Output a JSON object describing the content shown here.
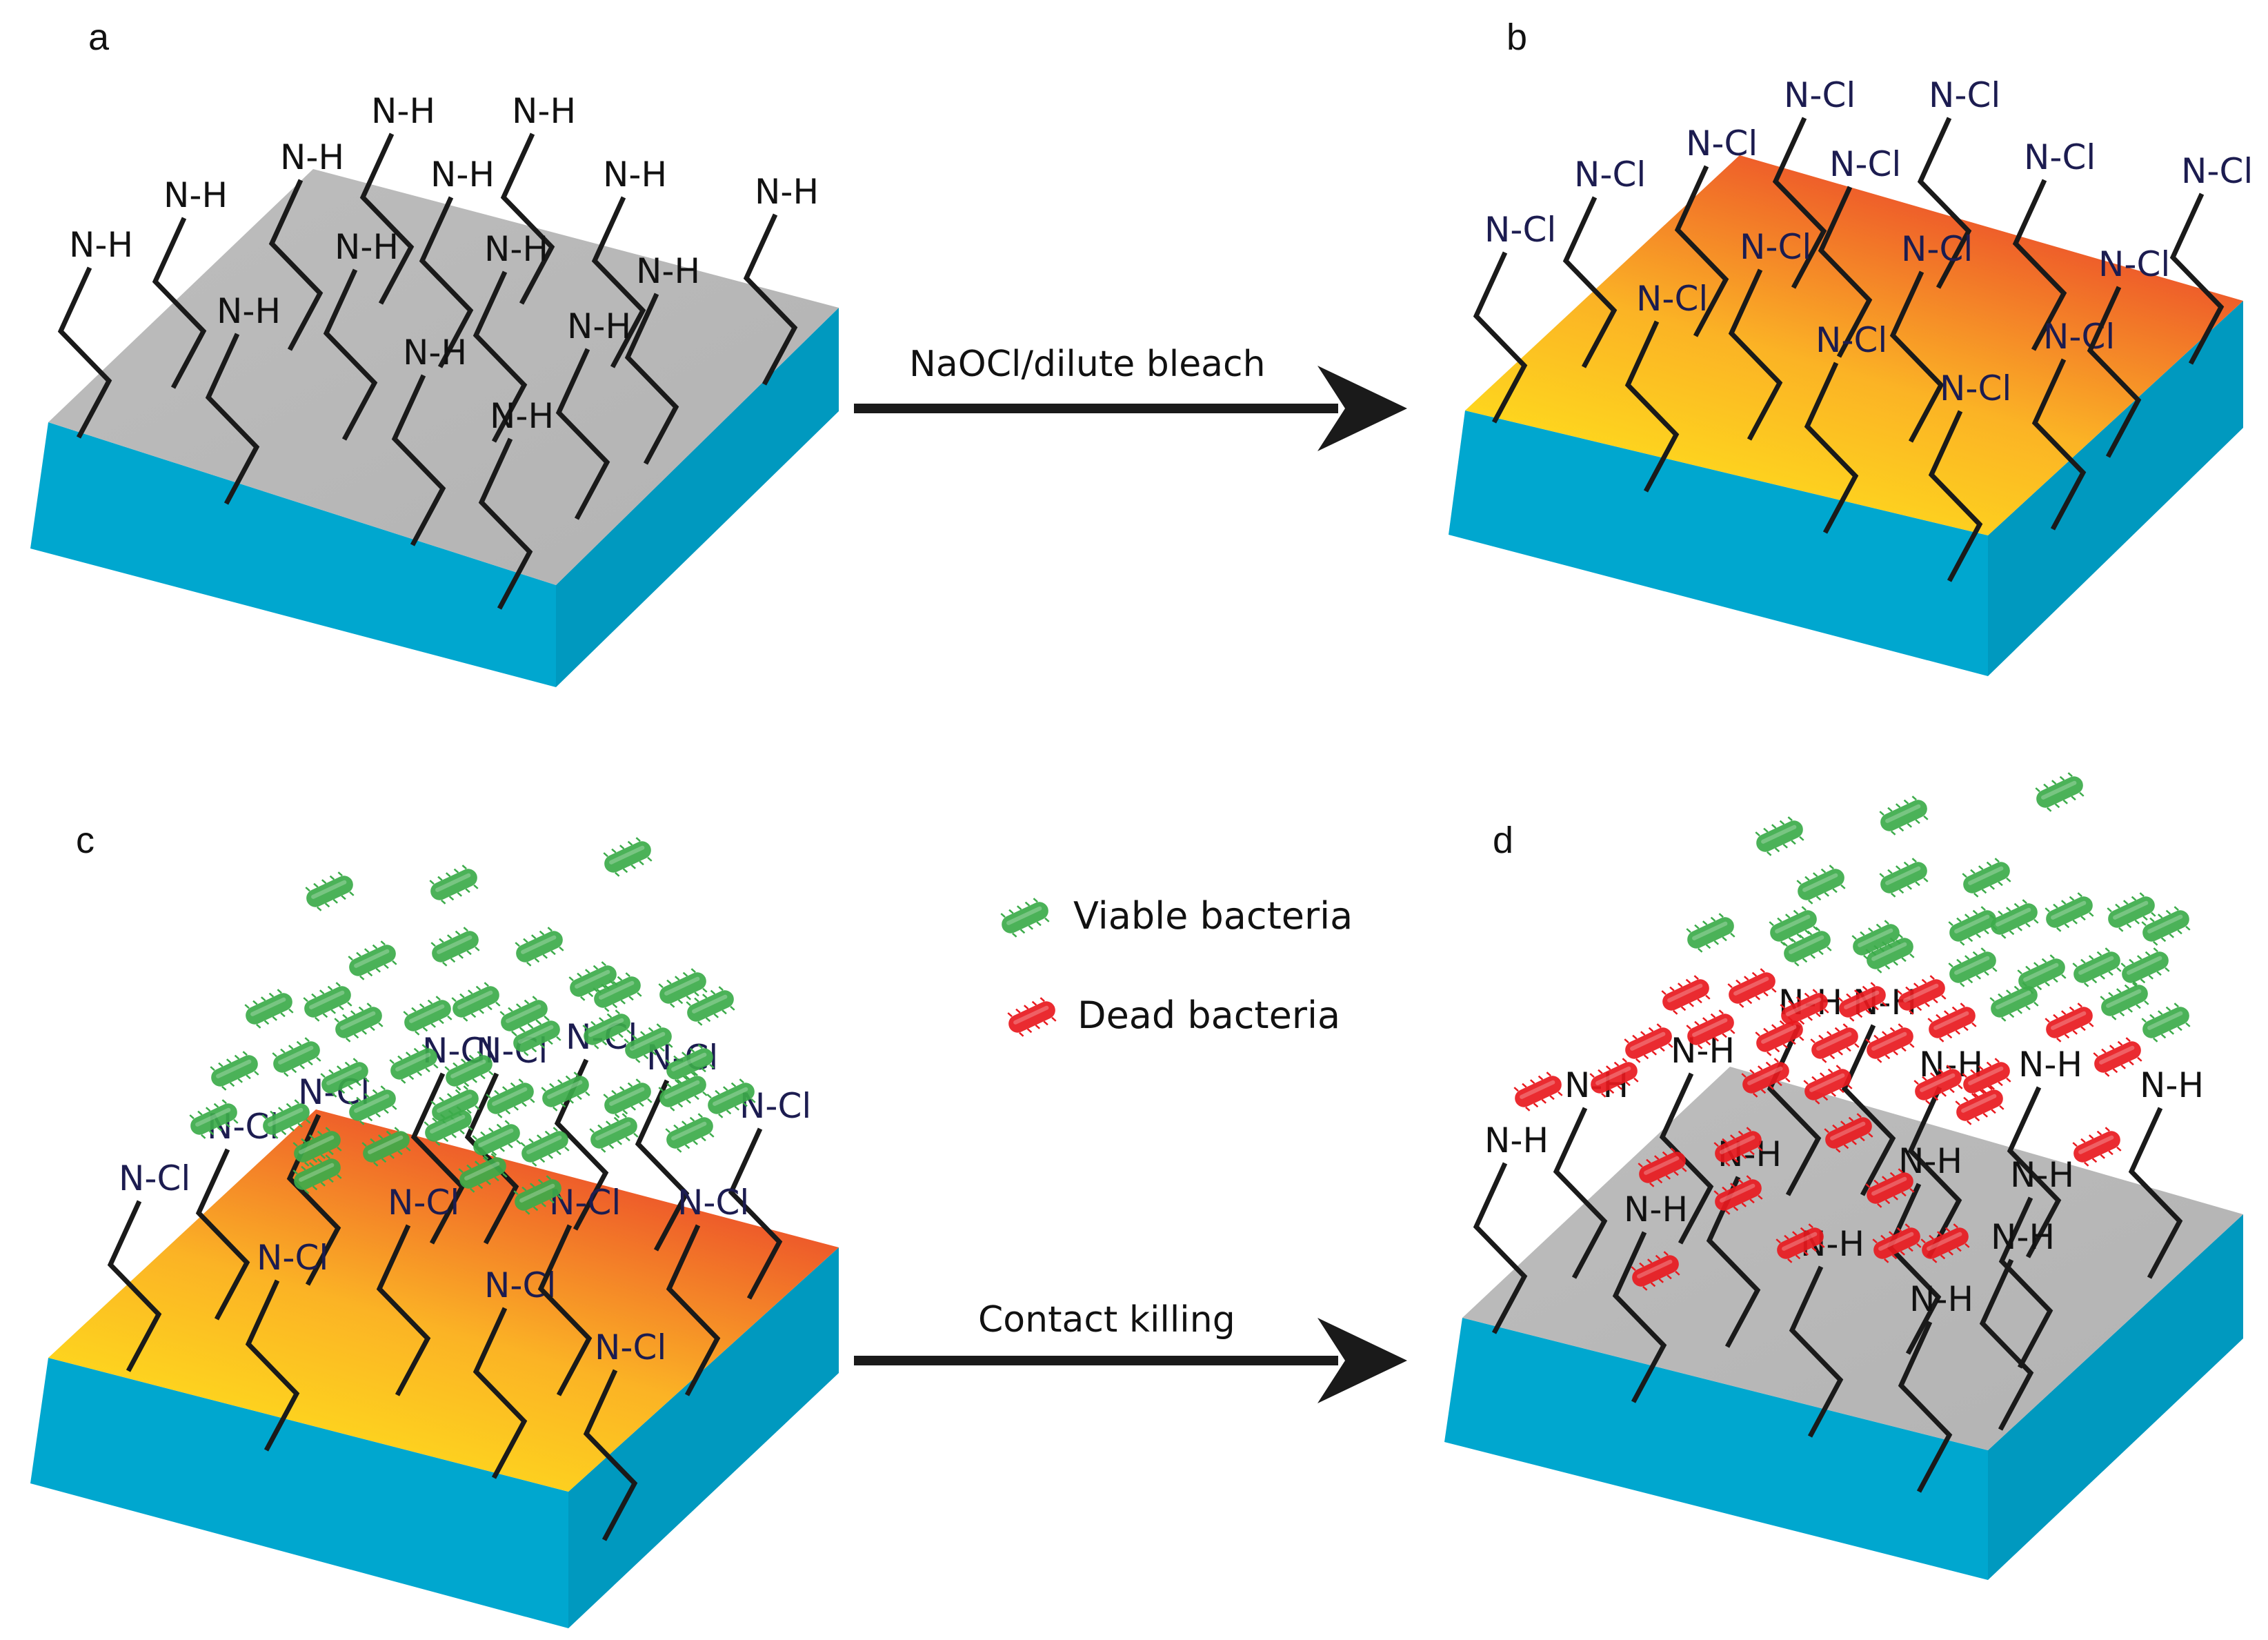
{
  "panels": {
    "a": {
      "letter": "a",
      "group": "N-H"
    },
    "b": {
      "letter": "b",
      "group": "N-Cl"
    },
    "c": {
      "letter": "c",
      "group": "N-Cl"
    },
    "d": {
      "letter": "d",
      "group": "N-H"
    }
  },
  "arrows": {
    "top": "NaOCl/dilute bleach",
    "bottom": "Contact killing"
  },
  "legend": {
    "viable": "Viable bacteria",
    "dead": "Dead bacteria"
  },
  "colors": {
    "side": "#00a7cf",
    "side_dark": "#0090b4",
    "inactive_top": "#b9b9b9",
    "active_top_warm": "#e8382a",
    "active_top_cool": "#ffe51a",
    "viable_bacteria": "#3cab4a",
    "dead_bacteria": "#e8191e",
    "arrow": "#1a1a1a"
  }
}
